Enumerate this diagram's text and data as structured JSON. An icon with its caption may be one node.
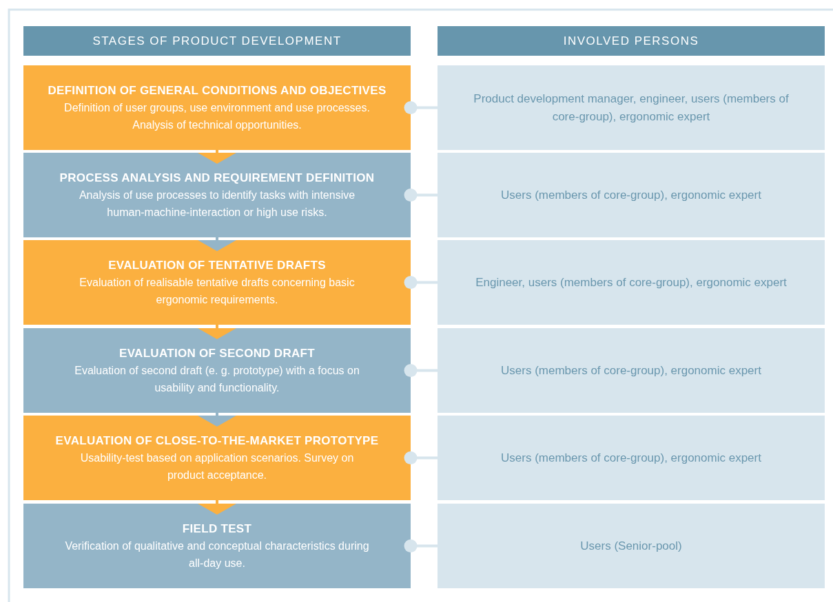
{
  "diagram": {
    "nodes": [
      {
        "text": [
          "STAGES OF PRODUCT DEVELOPMENT"
        ]
      },
      {
        "text": [
          "INVOLVED PERSONS"
        ]
      },
      {
        "text": [
          "DEFINITION OF GENERAL CONDITIONS AND OBJECTIVES",
          "Definition of user groups, use environment and use processes. Analysis of technical opportunities."
        ]
      },
      {
        "text": [
          "PROCESS ANALYSIS AND REQUIREMENT DEFINITION",
          "Analysis of use processes to identify tasks with intensive human-machine-interaction or high use risks."
        ]
      },
      {
        "text": [
          "EVALUATION OF TENTATIVE DRAFTS",
          "Evaluation of realisable tentative drafts concerning basic ergonomic requirements."
        ]
      },
      {
        "text": [
          "EVALUATION OF SECOND DRAFT",
          "Evaluation of second draft (e. g. prototype) with a focus on usability and functionality."
        ]
      },
      {
        "text": [
          "EVALUATION OF CLOSE-TO-THE-MARKET PROTOTYPE",
          "Usability-test based on application scenarios. Survey on product acceptance."
        ]
      },
      {
        "text": [
          "FIELD TEST",
          "Verification of qualitative and conceptual characteristics during all-day use."
        ]
      },
      {
        "text": [
          "Product development manager, engineer, users (members of core-group), ergonomic expert"
        ]
      },
      {
        "text": [
          "Users (members of core-group), ergonomic expert"
        ]
      },
      {
        "text": [
          "Engineer, users (members of core-group), ergonomic expert"
        ]
      },
      {
        "text": [
          "Users (members of core-group), ergonomic expert"
        ]
      },
      {
        "text": [
          "Users (members of core-group), ergonomic expert"
        ]
      },
      {
        "text": [
          "Users (Senior-pool)"
        ]
      }
    ],
    "edges": [
      {
        "from": 2,
        "to": 3,
        "arrow": "to",
        "color": "#fbb040"
      },
      {
        "from": 3,
        "to": 4,
        "arrow": "to",
        "color": "#94b5c8"
      },
      {
        "from": 4,
        "to": 5,
        "arrow": "to",
        "color": "#fbb040"
      },
      {
        "from": 5,
        "to": 6,
        "arrow": "to",
        "color": "#94b5c8"
      },
      {
        "from": 6,
        "to": 7,
        "arrow": "to",
        "color": "#fbb040"
      },
      {
        "from": 2,
        "to": 8,
        "arrow": "other"
      },
      {
        "from": 3,
        "to": 9,
        "arrow": "other"
      },
      {
        "from": 4,
        "to": 10,
        "arrow": "other"
      },
      {
        "from": 5,
        "to": 11,
        "arrow": "other"
      },
      {
        "from": 6,
        "to": 12,
        "arrow": "other"
      },
      {
        "from": 7,
        "to": 13,
        "arrow": "other"
      }
    ]
  }
}
